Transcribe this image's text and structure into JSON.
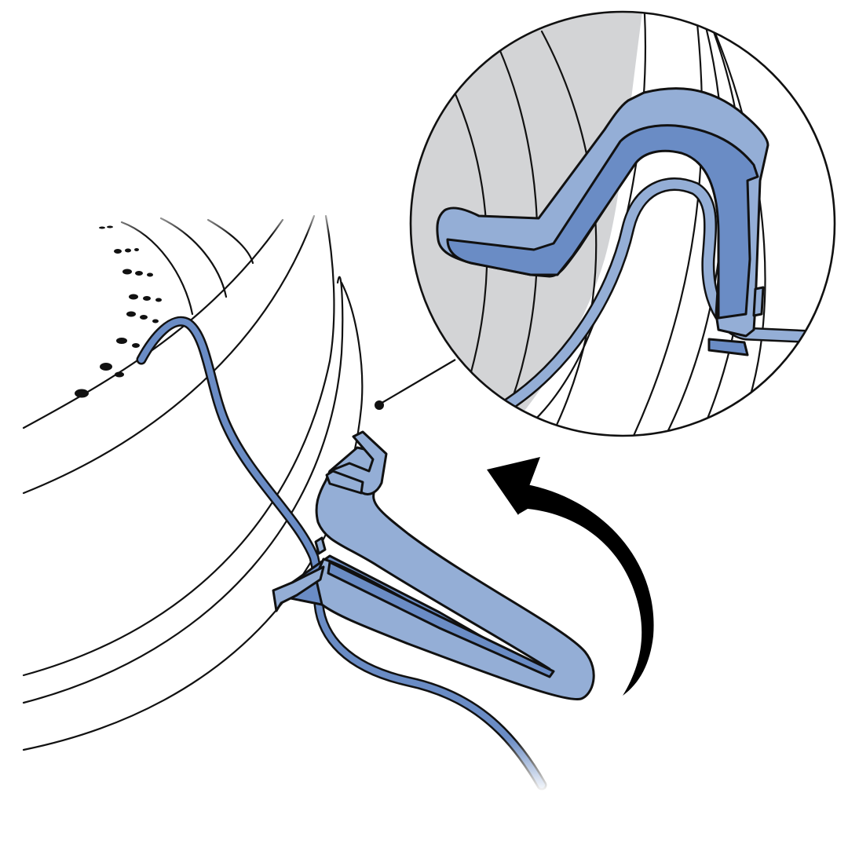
{
  "figure": {
    "type": "installation-illustration",
    "callout": "zoom-detail-circle",
    "action": "rotate-clip-upward"
  },
  "colors": {
    "background": "#ffffff",
    "line": "#111111",
    "clip_light": "#94aed6",
    "clip_dark": "#6a8cc5",
    "hose": "#6a8cc5",
    "detail_background": "#d3d4d6",
    "arrow": "#000000"
  },
  "icons": {
    "arrow": "curved-arrow-icon",
    "clip": "hose-clip-icon",
    "magnifier": "detail-callout-icon"
  }
}
